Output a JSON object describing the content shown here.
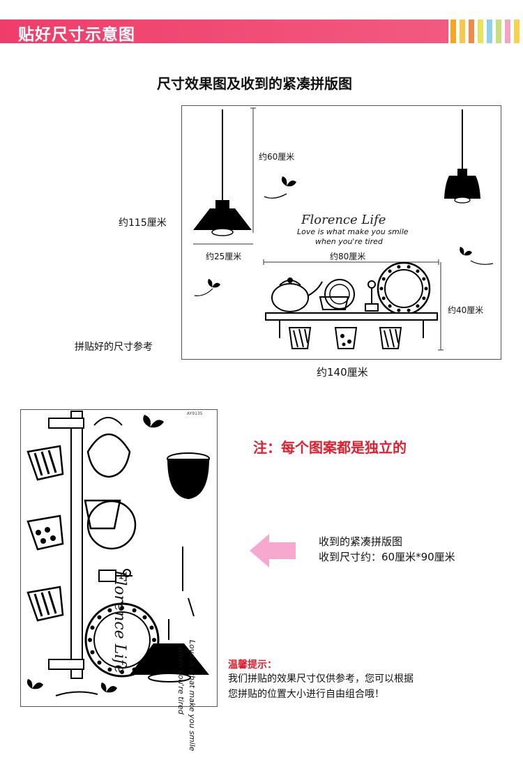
{
  "header": {
    "title": "贴好尺寸示意图",
    "stripe_colors": [
      "#f5a623",
      "#f7c948",
      "#f08a4b",
      "#e9e35a",
      "#8fd1e8",
      "#c7e07a",
      "#f4a3c4",
      "#fbd24e"
    ]
  },
  "section1": {
    "title": "尺寸效果图及收到的紧凑拼版图",
    "dims": {
      "height_total": "约115厘米",
      "lamp_drop": "约60厘米",
      "lamp_width": "约25厘米",
      "shelf_width": "约80厘米",
      "shelf_height": "约40厘米",
      "total_width": "约140厘米"
    },
    "caption_left": "拼贴好的尺寸参考",
    "art": {
      "title": "Florence Life",
      "line1": "Love is what make you smile",
      "line2": "when you're tired"
    }
  },
  "section2": {
    "sheet_code": "AY9135",
    "note": "注：每个图案都是独立的",
    "info_line1": "收到的紧凑拼版图",
    "info_line2": "收到尺寸约：60厘米*90厘米",
    "warm_title": "温馨提示：",
    "warm_line1": "我们拼贴的效果尺寸仅供参考，您可以根据",
    "warm_line2": "您拼贴的位置大小进行自由组合哦！"
  },
  "colors": {
    "accent": "#ef3d6a",
    "red_text": "#e0202f",
    "arrow": "#f7a8cf"
  }
}
